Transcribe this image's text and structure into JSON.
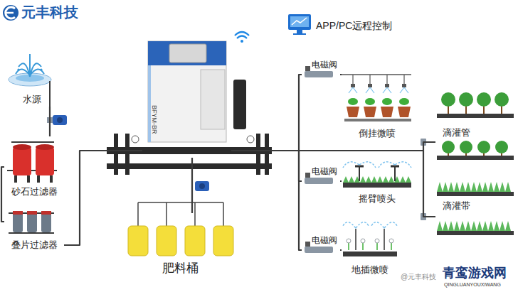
{
  "diagram": {
    "nodes": [
      {
        "text": [
          "水源"
        ]
      },
      {
        "text": [
          "砂石过滤器"
        ]
      },
      {
        "text": [
          "叠片过滤器"
        ]
      },
      {
        "text": [
          "BFYM-BR"
        ]
      },
      {
        "text": [
          "肥料桶"
        ]
      },
      {
        "text": [
          "APP/PC远程控制"
        ]
      },
      {
        "text": [
          "电磁阀"
        ]
      },
      {
        "text": [
          "倒挂微喷"
        ]
      },
      {
        "text": [
          "电磁阀"
        ]
      },
      {
        "text": [
          "摇臂喷头"
        ]
      },
      {
        "text": [
          "电磁阀"
        ]
      },
      {
        "text": [
          "地插微喷"
        ]
      },
      {
        "text": [
          "滴灌管"
        ]
      },
      {
        "text": [
          "滴灌带"
        ]
      }
    ],
    "edges": [
      {
        "from": 0,
        "to": 1,
        "arrow": "none"
      },
      {
        "from": 1,
        "to": 2,
        "arrow": "none"
      },
      {
        "from": 2,
        "to": 3,
        "arrow": "none"
      },
      {
        "from": 3,
        "to": 4,
        "arrow": "none"
      },
      {
        "from": 3,
        "to": 6,
        "arrow": "none"
      },
      {
        "from": 6,
        "to": 7,
        "arrow": "none"
      },
      {
        "from": 3,
        "to": 8,
        "arrow": "none"
      },
      {
        "from": 8,
        "to": 9,
        "arrow": "none"
      },
      {
        "from": 3,
        "to": 10,
        "arrow": "none"
      },
      {
        "from": 10,
        "to": 11,
        "arrow": "none"
      },
      {
        "from": 3,
        "to": 12,
        "arrow": "none"
      },
      {
        "from": 3,
        "to": 13,
        "arrow": "none"
      }
    ],
    "labels": [
      "元丰科技",
      "@元丰科技",
      "青鸾游戏网",
      "QINGLUANYOUXIWANG"
    ]
  }
}
